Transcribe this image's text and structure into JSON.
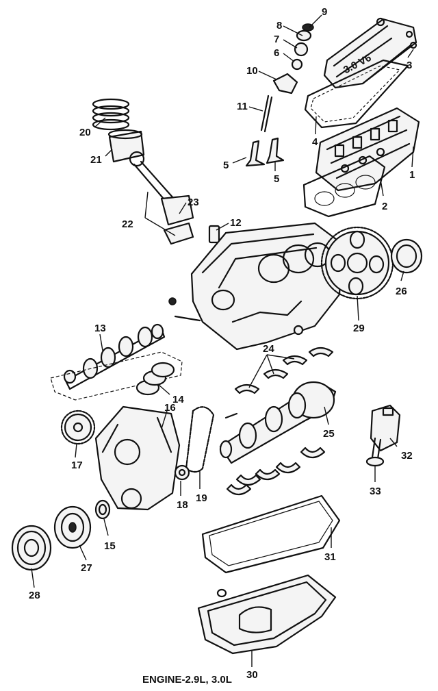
{
  "diagram": {
    "caption": "ENGINE-2.9L, 3.0L",
    "valve_cover_marking": "3.0 V6",
    "callouts": {
      "1": "1",
      "2": "2",
      "3": "3",
      "4": "4",
      "5a": "5",
      "5b": "5",
      "6": "6",
      "7": "7",
      "8": "8",
      "9": "9",
      "10": "10",
      "11": "11",
      "12": "12",
      "13": "13",
      "14": "14",
      "15": "15",
      "16": "16",
      "17": "17",
      "18": "18",
      "19": "19",
      "20": "20",
      "21": "21",
      "22": "22",
      "23": "23",
      "24": "24",
      "25": "25",
      "26": "26",
      "27": "27",
      "28": "28",
      "29": "29",
      "30": "30",
      "31": "31",
      "32": "32",
      "33": "33"
    }
  }
}
